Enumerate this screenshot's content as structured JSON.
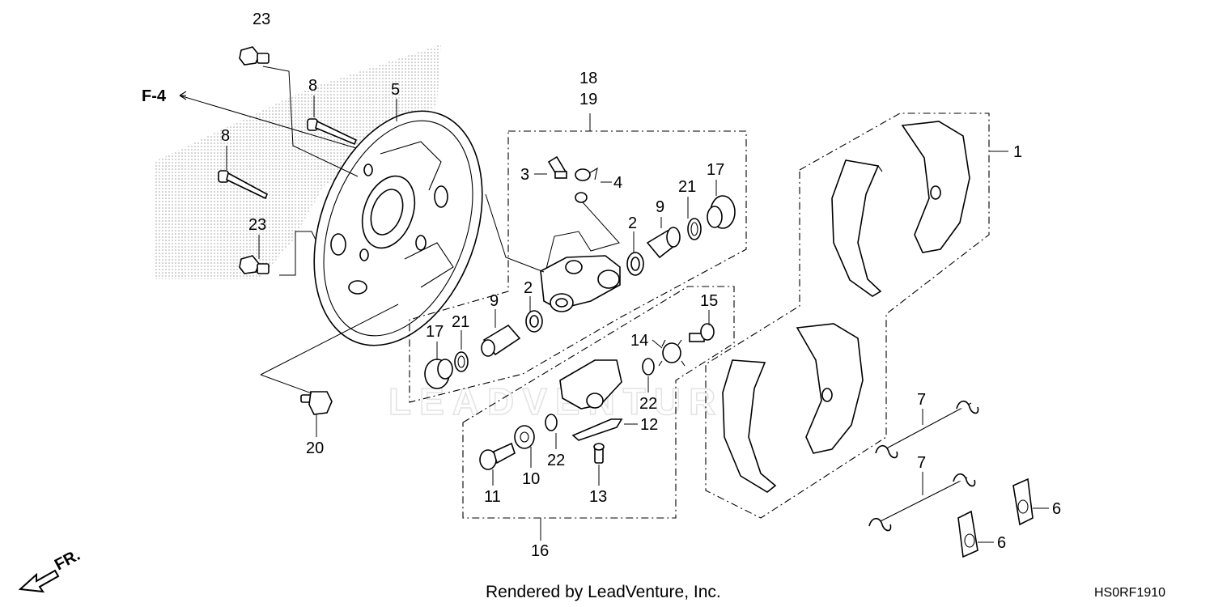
{
  "callouts": {
    "c1": "1",
    "c2a": "2",
    "c2b": "2",
    "c3": "3",
    "c4": "4",
    "c5": "5",
    "c6a": "6",
    "c6b": "6",
    "c7a": "7",
    "c7b": "7",
    "c8a": "8",
    "c8b": "8",
    "c9a": "9",
    "c9b": "9",
    "c10": "10",
    "c11": "11",
    "c12": "12",
    "c13": "13",
    "c14": "14",
    "c15": "15",
    "c16": "16",
    "c17a": "17",
    "c17b": "17",
    "c18": "18",
    "c19": "19",
    "c20": "20",
    "c21a": "21",
    "c21b": "21",
    "c22a": "22",
    "c22b": "22",
    "c23a": "23",
    "c23b": "23"
  },
  "ref_label": "F-4",
  "front_label": "FR.",
  "footer": "Rendered by LeadVenture, Inc.",
  "diagram_code": "HS0RF1910",
  "watermark": "LEADVENTURE"
}
